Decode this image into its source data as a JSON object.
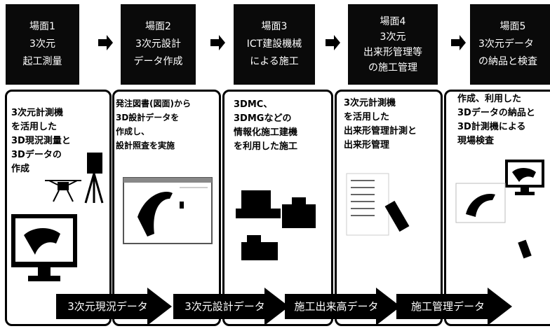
{
  "scenes": [
    {
      "lines": [
        "場面1",
        "3次元",
        "起工測量"
      ]
    },
    {
      "lines": [
        "場面2",
        "3次元設計",
        "データ作成"
      ]
    },
    {
      "lines": [
        "場面3",
        "ICT建設機械",
        "による施工"
      ]
    },
    {
      "lines": [
        "場面4",
        "3次元",
        "出来形管理等",
        "の施工管理"
      ]
    },
    {
      "lines": [
        "場面5",
        "3次元データ",
        "の納品と検査"
      ]
    }
  ],
  "descriptions": [
    {
      "lines": [
        "3次元計測機",
        "を活用した",
        "3D現況測量と",
        "3Dデータの",
        "作成"
      ]
    },
    {
      "lines": [
        "発注図書(図面)から",
        "3D設計データを",
        "作成し、",
        "設計照査を実施"
      ]
    },
    {
      "lines": [
        "3DMC、",
        "3DMGなどの",
        "情報化施工建機",
        "を利用した施工"
      ]
    },
    {
      "lines": [
        "3次元計測機",
        "を活用した",
        "出来形管理計測と",
        "出来形管理"
      ]
    },
    {
      "lines": [
        "作成、利用した",
        "3Dデータの納品と",
        "3D計測機による",
        "現場検査"
      ]
    }
  ],
  "flow_arrows": [
    "3次元現況データ",
    "3次元設計データ",
    "施工出来高データ",
    "施工管理データ"
  ],
  "colors": {
    "scene_bg": "#0a0a0a",
    "scene_text": "#ffffff",
    "arrow": "#000000",
    "panel_border": "#000000"
  },
  "icons": [
    "drone-icon",
    "laser-scanner-icon",
    "monitor-icon",
    "cad-screen-icon",
    "construction-machine-icon",
    "survey-sheet-icon",
    "monitor-icon"
  ]
}
